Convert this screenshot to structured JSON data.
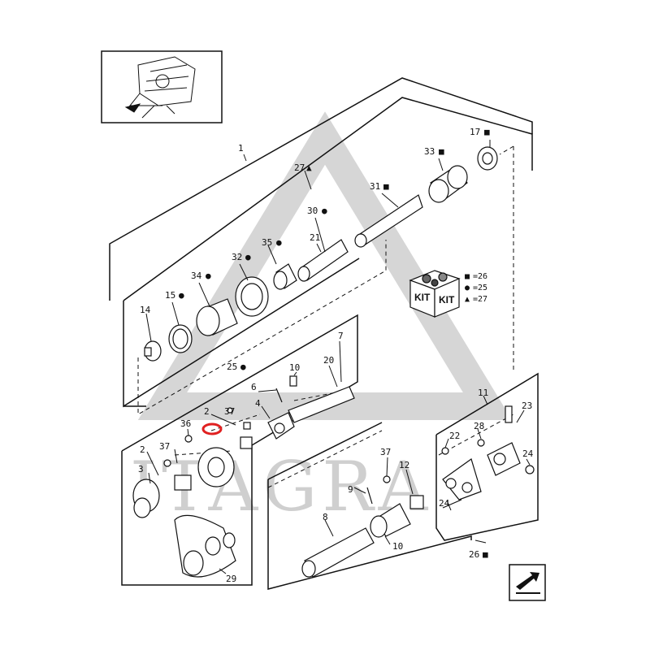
{
  "watermark": {
    "text": "ITAGRA",
    "color": "#c8c8c8"
  },
  "accent": {
    "highlight_ring": "#e02020",
    "line": "#111111"
  },
  "callouts": {
    "c1": "1",
    "c2a": "2",
    "c2b": "2",
    "c3": "3",
    "c4": "4",
    "c6": "6",
    "c7": "7",
    "c8": "8",
    "c9": "9",
    "c10a": "10",
    "c10b": "10",
    "c11": "11",
    "c12": "12",
    "c14": "14",
    "c15": "15",
    "c17": "17",
    "c20": "20",
    "c21": "21",
    "c22": "22",
    "c23": "23",
    "c24a": "24",
    "c24b": "24",
    "c25": "25",
    "c26": "26",
    "c27": "27",
    "c28": "28",
    "c29": "29",
    "c30": "30",
    "c31": "31",
    "c32": "32",
    "c33": "33",
    "c34": "34",
    "c35": "35",
    "c36": "36",
    "c37a": "37",
    "c37b": "37",
    "c37c": "37"
  },
  "symbols": {
    "c25": "●",
    "c26": "■",
    "c27": "▲",
    "c30": "●",
    "c31": "■",
    "c32": "●",
    "c33": "■",
    "c34": "●",
    "c35": "●",
    "c15": "●",
    "c17": "■"
  },
  "kit_box": {
    "label_1": "KIT",
    "label_2": "KIT",
    "legend": [
      {
        "symbol": "■",
        "text": "=26"
      },
      {
        "symbol": "●",
        "text": "=25"
      },
      {
        "symbol": "▲",
        "text": "=27"
      }
    ]
  },
  "thumbnail": {
    "icon": "machine-overview-thumbnail"
  },
  "nav": {
    "icon": "next-page-arrow-icon"
  }
}
